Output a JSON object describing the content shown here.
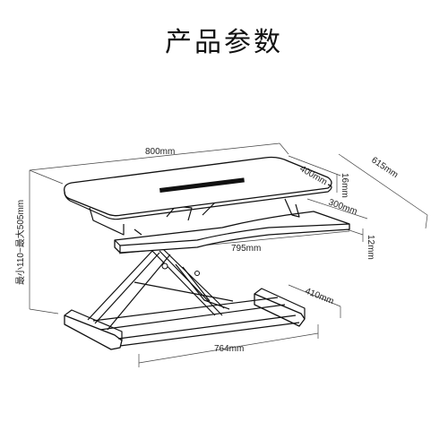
{
  "title": "产品参数",
  "dimensions": {
    "top_width": "800mm",
    "top_depth": "400mm",
    "total_depth": "615mm",
    "top_thickness": "16mm",
    "keyboard_depth": "300mm",
    "keyboard_width": "795mm",
    "keyboard_thickness": "12mm",
    "base_depth": "410mm",
    "base_width": "764mm",
    "height_range": "最小110~最大505mm"
  }
}
